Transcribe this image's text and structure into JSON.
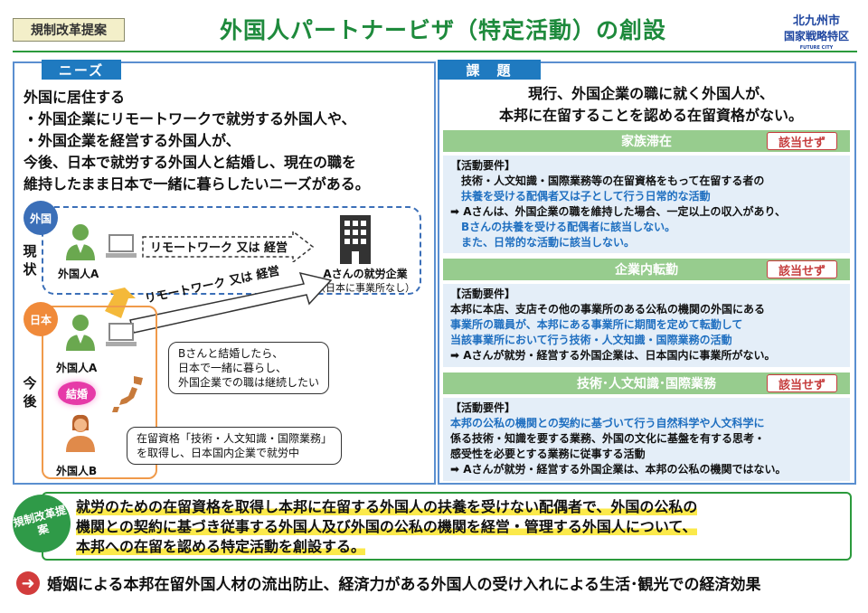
{
  "header": {
    "tag": "規制改革提案",
    "title": "外国人パートナービザ（特定活動）の創設",
    "logo_line1": "北九州市",
    "logo_line2": "国家戦略特区",
    "logo_line3": "FUTURE CITY"
  },
  "needs": {
    "tab": "ニーズ",
    "lines": [
      "外国に居住する",
      "・外国企業にリモートワークで就労する外国人や、",
      "・外国企業を経営する外国人が、",
      "今後、日本で就労する外国人と結婚し、現在の職を",
      "維持したまま日本で一緒に暮らしたいニーズがある。"
    ],
    "circle_abroad": "外国",
    "circle_japan": "日本",
    "label_current": "現状",
    "label_future": "今後",
    "person_a": "外国人A",
    "person_a2": "外国人A",
    "person_b": "外国人B",
    "remote_label": "リモートワーク 又は 経営",
    "remote_label2": "リモートワーク 又は 経営",
    "company_name": "Aさんの就労企業",
    "company_note": "（日本に事業所なし）",
    "marriage": "結婚",
    "callout_b": [
      "Bさんと結婚したら、",
      "日本で一緒に暮らし、",
      "外国企業での職は継続したい"
    ],
    "callout_status": [
      "在留資格「技術・人文知識・国際業務」",
      "を取得し、日本国内企業で就労中"
    ]
  },
  "issues": {
    "tab": "課　題",
    "lines": [
      "現行、外国企業の職に就く外国人が、",
      "本邦に在留することを認める在留資格がない。"
    ],
    "sections": [
      {
        "title": "家族滞在",
        "badge": "該当せず",
        "req_head": "【活動要件】",
        "lines": [
          {
            "t": "技術・人文知識・国際業務等の在留資格をもって在留する者の",
            "c": "ind"
          },
          {
            "t": "扶養を受ける配偶者又は子として行う日常的な活動",
            "c": "ind"
          },
          {
            "t": "➡ Aさんは、外国企業の職を維持した場合、一定以上の収入があり、",
            "c": ""
          },
          {
            "t": "Bさんの扶養を受ける配偶者に該当しない。",
            "c": "ind"
          },
          {
            "t": "また、日常的な活動に該当しない。",
            "c": "ind"
          }
        ]
      },
      {
        "title": "企業内転勤",
        "badge": "該当せず",
        "req_head": "【活動要件】",
        "lines": [
          {
            "t": "本邦に本店、支店その他の事業所のある公私の機関の外国にある",
            "c": ""
          },
          {
            "t": "事業所の職員が、本邦にある事業所に期間を定めて転勤して",
            "c": ""
          },
          {
            "t": "当該事業所において行う技術・人文知識・国際業務の活動",
            "c": ""
          },
          {
            "t": "➡ Aさんが就労・経営する外国企業は、日本国内に事業所がない。",
            "c": ""
          }
        ]
      },
      {
        "title": "技術･人文知識･国際業務",
        "badge": "該当せず",
        "req_head": "【活動要件】",
        "lines": [
          {
            "t": "本邦の公私の機関との契約に基づいて行う自然科学や人文科学に",
            "c": ""
          },
          {
            "t": "係る技術・知識を要する業務、外国の文化に基盤を有する思考・",
            "c": ""
          },
          {
            "t": "感受性を必要とする業務に従事する活動",
            "c": ""
          },
          {
            "t": "➡ Aさんが就労・経営する外国企業は、本邦の公私の機関ではない。",
            "c": ""
          }
        ]
      }
    ]
  },
  "proposal": {
    "tag": "規制改革提案",
    "line1": "就労のための在留資格を取得し本邦に在留する外国人の扶養を受けない配偶者で、外国の公私の",
    "line2": "機関との契約に基づき従事する外国人及び外国の公私の機関を経営・管理する外国人について、",
    "line3": "本邦への在留を認める特定活動を創設する。"
  },
  "effect": {
    "arrow": "➜",
    "text": "婚姻による本邦在留外国人材の流出防止、経済力がある外国人の受け入れによる生活･観光での経済効果"
  },
  "colors": {
    "green": "#2b9a3c",
    "blue": "#1f7ac0",
    "orange": "#f09a4a",
    "red": "#c53b3b"
  }
}
